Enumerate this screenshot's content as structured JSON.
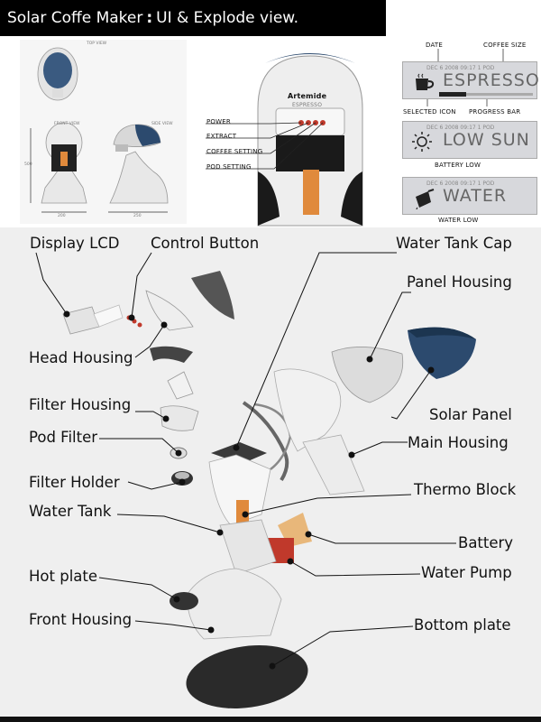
{
  "header": {
    "title_left": "Solar Coffe Maker",
    "title_colon": ":",
    "title_right": "UI & Explode view."
  },
  "top_views": {
    "top_view": "TOP VIEW",
    "front_view": "FRONT VIEW",
    "side_view": "SIDE VIEW",
    "dim_height": "500",
    "dim_front_width": "200",
    "dim_side_width": "250"
  },
  "front_detail": {
    "brand": "Artemide",
    "mini_display": "ESPRESSO",
    "callouts": [
      "POWER",
      "EXTRACT",
      "COFFEE SETTING",
      "POD SETTING"
    ]
  },
  "lcd_panel": {
    "date_label": "DATE",
    "coffee_size_label": "COFFEE SIZE",
    "selected_icon_label": "SELECTED ICON",
    "progress_bar_label": "PROGRESS BAR",
    "battery_low_label": "BATTERY LOW",
    "water_low_label": "WATER LOW",
    "screens": [
      {
        "meta": "DEC  6  2008  09:17  1  POD",
        "word": "ESPRESSO",
        "icon": "coffee-cup-icon"
      },
      {
        "meta": "DEC  6  2008  09:17  1  POD",
        "word": "LOW SUN",
        "icon": "sun-icon"
      },
      {
        "meta": "DEC  6  2008  09:17  1  POD",
        "word": "WATER",
        "icon": "water-jug-icon"
      }
    ]
  },
  "explode": {
    "display_lcd": "Display LCD",
    "control_button": "Control Button",
    "water_tank_cap": "Water Tank Cap",
    "panel_housing": "Panel Housing",
    "head_housing": "Head Housing",
    "filter_housing": "Filter Housing",
    "solar_panel": "Solar Panel",
    "pod_filter": "Pod Filter",
    "main_housing": "Main Housing",
    "filter_holder": "Filter Holder",
    "thermo_block": "Thermo Block",
    "water_tank": "Water Tank",
    "battery": "Battery",
    "hot_plate": "Hot plate",
    "water_pump": "Water Pump",
    "front_housing": "Front Housing",
    "bottom_plate": "Bottom plate"
  },
  "colors": {
    "title_bg": "#000000",
    "explode_bg": "#efefef",
    "solar_blue": "#2c4a6e",
    "thermo_orange": "#e08a3c",
    "pump_red": "#c0392b",
    "battery_tan": "#e8b77a"
  }
}
